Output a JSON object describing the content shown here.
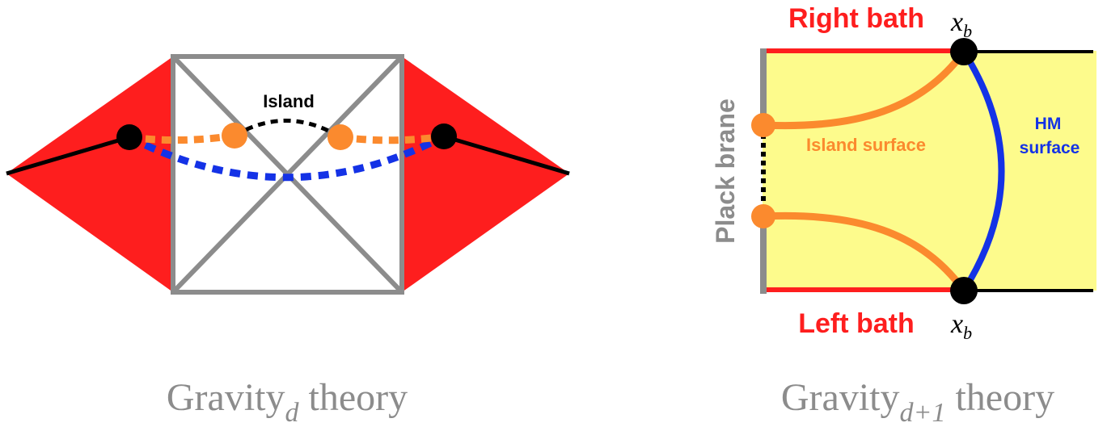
{
  "left_diagram": {
    "island_label": "Island",
    "caption_main": "Gravity",
    "caption_sub": "d",
    "caption_tail": " theory"
  },
  "right_diagram": {
    "right_bath_label": "Right bath",
    "left_bath_label": "Left bath",
    "xb_top": "x",
    "xb_top_sub": "b",
    "xb_bottom": "x",
    "xb_bottom_sub": "b",
    "brane_label": "Plack brane",
    "island_surface_label": "Island surface",
    "hm_label_line1": "HM",
    "hm_label_line2": "surface",
    "caption_main": "Gravity",
    "caption_sub": "d+1",
    "caption_tail": " theory"
  },
  "colors": {
    "red": "#fe1e1e",
    "gray": "#8c8c8c",
    "orange": "#fb8a2e",
    "blue": "#1432e6",
    "black": "#000000",
    "yellow": "#fdfb8c"
  }
}
